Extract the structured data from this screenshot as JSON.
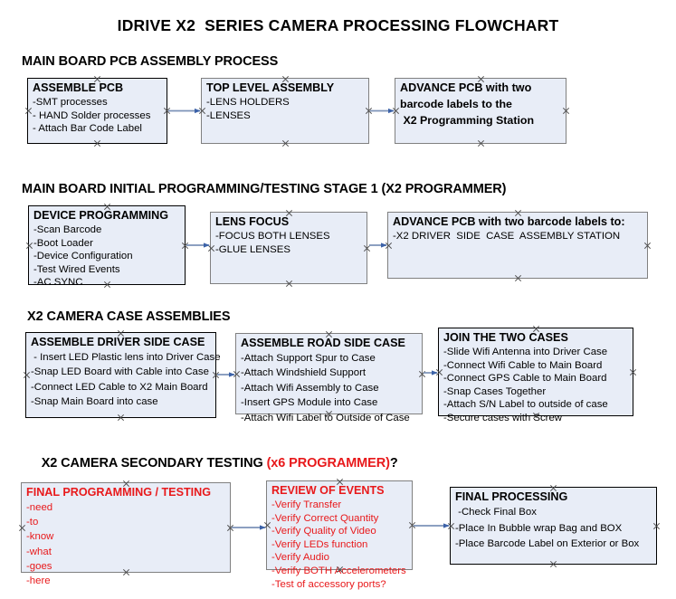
{
  "title": "IDRIVE X2  SERIES CAMERA PROCESSING FLOWCHART",
  "colors": {
    "node_fill": "#e8edf7",
    "border_black": "#000000",
    "border_gray": "#808080",
    "accent_red": "#e8191b",
    "arrow": "#7b93b8",
    "arrowhead": "#3c62a8",
    "text": "#000000",
    "background": "#ffffff"
  },
  "sections": [
    {
      "heading": "MAIN BOARD PCB ASSEMBLY PROCESS",
      "heading_accent": "",
      "heading_tail": "",
      "nodes": [
        {
          "title": "ASSEMBLE PCB",
          "lines": [
            "-SMT processes",
            "- HAND Solder processes",
            "- Attach Bar Code Label"
          ]
        },
        {
          "title": "TOP LEVEL ASSEMBLY",
          "lines": [
            "-LENS HOLDERS",
            "-LENSES"
          ]
        },
        {
          "title": "ADVANCE PCB with two",
          "lines": [
            "barcode labels to the",
            " X2 Programming Station"
          ]
        }
      ]
    },
    {
      "heading": "MAIN BOARD INITIAL PROGRAMMING/TESTING STAGE 1 (X2 PROGRAMMER)",
      "heading_accent": "",
      "heading_tail": "",
      "nodes": [
        {
          "title": "DEVICE PROGRAMMING",
          "lines": [
            "-Scan Barcode",
            "-Boot Loader",
            "-Device Configuration",
            "-Test Wired Events",
            "-AC SYNC"
          ]
        },
        {
          "title": "LENS FOCUS",
          "lines": [
            "-FOCUS BOTH LENSES",
            "-GLUE LENSES"
          ]
        },
        {
          "title": "ADVANCE PCB with two barcode labels to:",
          "lines": [
            "-X2 DRIVER  SIDE  CASE  ASSEMBLY STATION"
          ]
        }
      ]
    },
    {
      "heading": "X2 CAMERA CASE ASSEMBLIES",
      "heading_accent": "",
      "heading_tail": "",
      "nodes": [
        {
          "title": "ASSEMBLE DRIVER SIDE CASE",
          "lines": [
            " - Insert LED Plastic lens into Driver Case",
            "-Snap LED Board with Cable into Case",
            "-Connect LED Cable to X2 Main Board",
            "-Snap Main Board into case"
          ]
        },
        {
          "title": "ASSEMBLE ROAD SIDE CASE",
          "lines": [
            "-Attach Support Spur to Case",
            "-Attach Windshield Support",
            "-Attach Wifi Assembly to Case",
            "-Insert GPS Module into Case",
            "-Attach Wifi Label to Outside of Case"
          ]
        },
        {
          "title": "JOIN THE TWO CASES",
          "lines": [
            "-Slide Wifi Antenna into Driver Case",
            "-Connect Wifi Cable to Main Board",
            "-Connect GPS Cable to Main Board",
            "-Snap Cases Together",
            "-Attach S/N Label to outside of case",
            "-Secure cases with Screw"
          ]
        }
      ]
    },
    {
      "heading": "X2 CAMERA SECONDARY TESTING ",
      "heading_accent": "(x6 PROGRAMMER)",
      "heading_tail": "?",
      "nodes": [
        {
          "title": "FINAL PROGRAMMING / TESTING",
          "lines": [
            "-need",
            "-to",
            "-know",
            "-what",
            "-goes",
            "-here"
          ]
        },
        {
          "title": "REVIEW OF EVENTS",
          "lines": [
            "-Verify Transfer",
            "-Verify Correct Quantity",
            "-Verify Quality of Video",
            "-Verify LEDs function",
            "-Verify Audio",
            "-Verify BOTH Accelerometers",
            "-Test of accessory ports?"
          ]
        },
        {
          "title": "FINAL PROCESSING",
          "lines": [
            " -Check Final Box",
            "-Place In Bubble wrap Bag and BOX",
            "-Place Barcode Label on Exterior or Box"
          ]
        }
      ]
    }
  ]
}
